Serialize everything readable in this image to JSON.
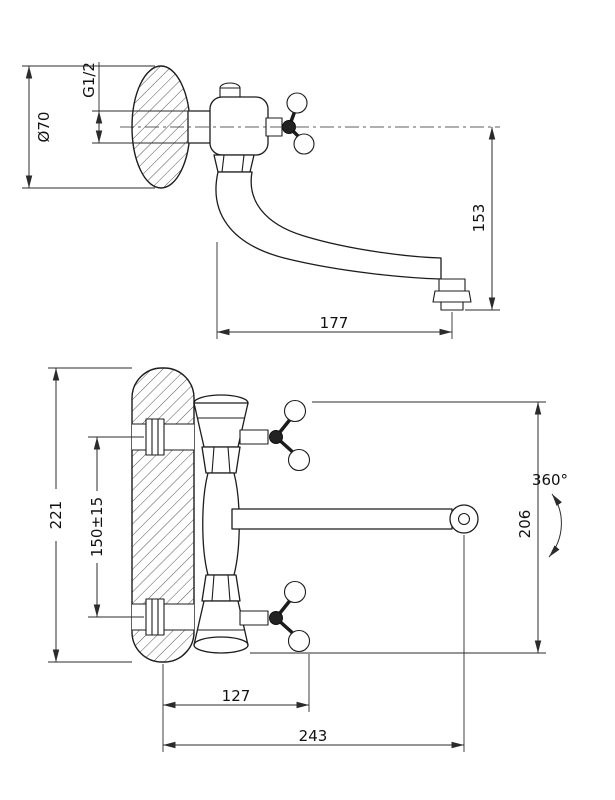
{
  "drawing": {
    "background": "#ffffff",
    "line_color": "#1c1c1c"
  },
  "side_view": {
    "thread_size": "G1/2",
    "flange_diameter": "Ø70",
    "spout_drop_height": "153",
    "spout_reach": "177"
  },
  "front_view": {
    "overall_height": "221",
    "inlet_center_distance": "150±15",
    "swivel_angle": "360°",
    "body_height": "206",
    "handle_offset": "127",
    "overall_reach": "243"
  }
}
